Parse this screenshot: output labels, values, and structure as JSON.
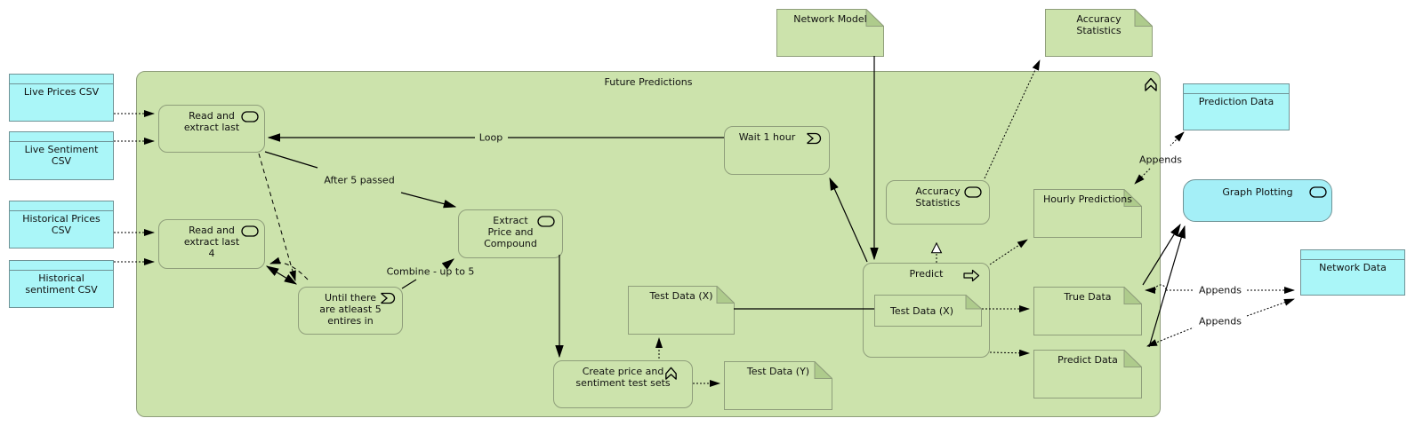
{
  "container": {
    "title": "Future Predictions"
  },
  "nodes": {
    "live_prices": {
      "label": "Live Prices CSV"
    },
    "live_sentiment": {
      "label": "Live Sentiment CSV"
    },
    "historical_prices": {
      "label": "Historical Prices CSV"
    },
    "historical_sentiment": {
      "label": "Historical sentiment CSV"
    },
    "read_extract_last": {
      "label": "Read and extract last"
    },
    "read_extract_last4": {
      "label": "Read and extract last 4"
    },
    "until_there": {
      "label": "Until there are atleast 5 entires in"
    },
    "extract_price": {
      "label": "Extract Price and Compound"
    },
    "wait_1_hour": {
      "label": "Wait 1 hour"
    },
    "network_model": {
      "label": "Network Model"
    },
    "accuracy_statistics_doc": {
      "label": "Accuracy Statistics"
    },
    "accuracy_statistics": {
      "label": "Accuracy Statistics"
    },
    "predict": {
      "label": "Predict"
    },
    "test_data_x": {
      "label": "Test Data (X)"
    },
    "test_data_x_inner": {
      "label": "Test Data (X)"
    },
    "test_data_y": {
      "label": "Test Data (Y)"
    },
    "create_test_sets": {
      "label": "Create price and sentiment test sets"
    },
    "hourly_predictions": {
      "label": "Hourly Predictions"
    },
    "true_data": {
      "label": "True Data"
    },
    "predict_data": {
      "label": "Predict Data"
    },
    "prediction_data": {
      "label": "Prediction Data"
    },
    "graph_plotting": {
      "label": "Graph Plotting"
    },
    "network_data": {
      "label": "Network Data"
    }
  },
  "edge_labels": {
    "loop": "Loop",
    "after5": "After 5 passed",
    "combine": "Combine - up to 5",
    "appends": "Appends"
  },
  "colors": {
    "green_fill": "#cce3ac",
    "green_stroke": "#8f9e7b",
    "green_fold": "#aecb8c",
    "cyan_fill": "#aaf6f8",
    "cyan_stroke": "#6f9396",
    "cyan_accent": "#a4eff7",
    "line": "#000000",
    "text": "#111111"
  }
}
